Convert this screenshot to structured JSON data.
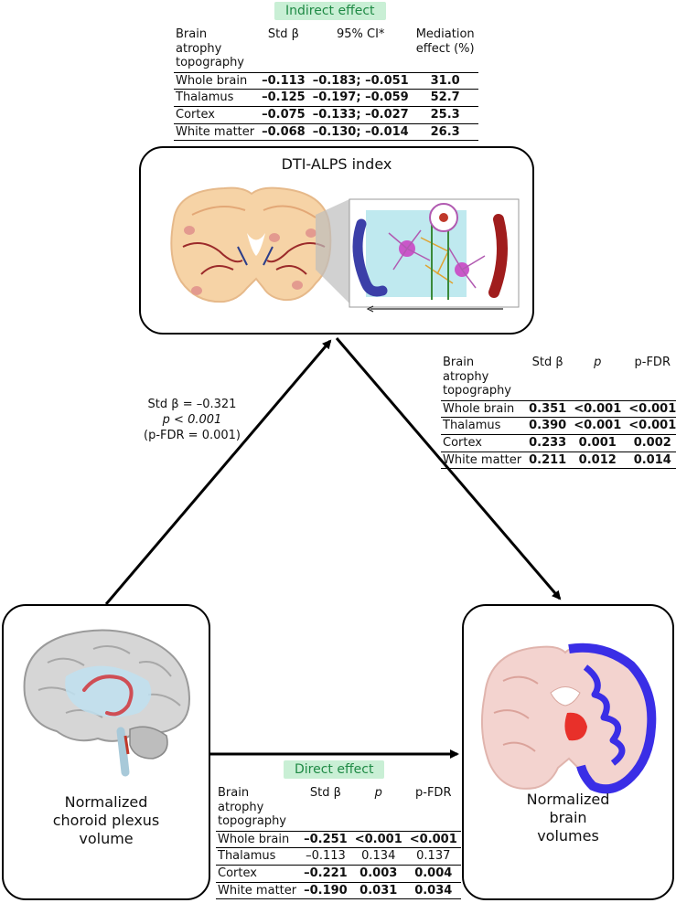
{
  "indirect": {
    "badge": "Indirect effect",
    "headers": [
      "Brain atrophy topography",
      "Std β",
      "95% CI*",
      "Mediation effect (%)"
    ],
    "rows": [
      {
        "region": "Whole brain",
        "beta": "–0.113",
        "ci": "–0.183; –0.051",
        "effect": "31.0"
      },
      {
        "region": "Thalamus",
        "beta": "–0.125",
        "ci": "–0.197; –0.059",
        "effect": "52.7"
      },
      {
        "region": "Cortex",
        "beta": "–0.075",
        "ci": "–0.133; –0.027",
        "effect": "25.3"
      },
      {
        "region": "White matter",
        "beta": "–0.068",
        "ci": "–0.130; –0.014",
        "effect": "26.3"
      }
    ]
  },
  "alps_box": {
    "title": "DTI-ALPS index"
  },
  "path_a": {
    "beta": "Std β = –0.321",
    "p": "p < 0.001",
    "fdr": "(p-FDR = 0.001)"
  },
  "path_b": {
    "headers": [
      "Brain atrophy topography",
      "Std β",
      "p",
      "p-FDR"
    ],
    "rows": [
      {
        "region": "Whole brain",
        "beta": "0.351",
        "p": "<0.001",
        "fdr": "<0.001"
      },
      {
        "region": "Thalamus",
        "beta": "0.390",
        "p": "<0.001",
        "fdr": "<0.001"
      },
      {
        "region": "Cortex",
        "beta": "0.233",
        "p": "0.001",
        "fdr": "0.002"
      },
      {
        "region": "White matter",
        "beta": "0.211",
        "p": "0.012",
        "fdr": "0.014"
      }
    ]
  },
  "choroid_box": {
    "label_1": "Normalized",
    "label_2": "choroid plexus",
    "label_3": "volume"
  },
  "brain_box": {
    "label_1": "Normalized",
    "label_2": "brain",
    "label_3": "volumes"
  },
  "direct": {
    "badge": "Direct effect",
    "headers": [
      "Brain atrophy topography",
      "Std β",
      "p",
      "p-FDR"
    ],
    "rows": [
      {
        "region": "Whole brain",
        "beta": "–0.251",
        "p": "<0.001",
        "fdr": "<0.001"
      },
      {
        "region": "Thalamus",
        "beta": "–0.113",
        "p": "0.134",
        "fdr": "0.137"
      },
      {
        "region": "Cortex",
        "beta": "–0.221",
        "p": "0.003",
        "fdr": "0.004"
      },
      {
        "region": "White matter",
        "beta": "–0.190",
        "p": "0.031",
        "fdr": "0.034"
      }
    ]
  },
  "colors": {
    "badge_bg": "#c9efd5",
    "badge_text": "#1f8a45",
    "wm_blue": "#3a2ee6",
    "thalamus_red": "#e8302a",
    "choroid_red": "#c8454a"
  }
}
